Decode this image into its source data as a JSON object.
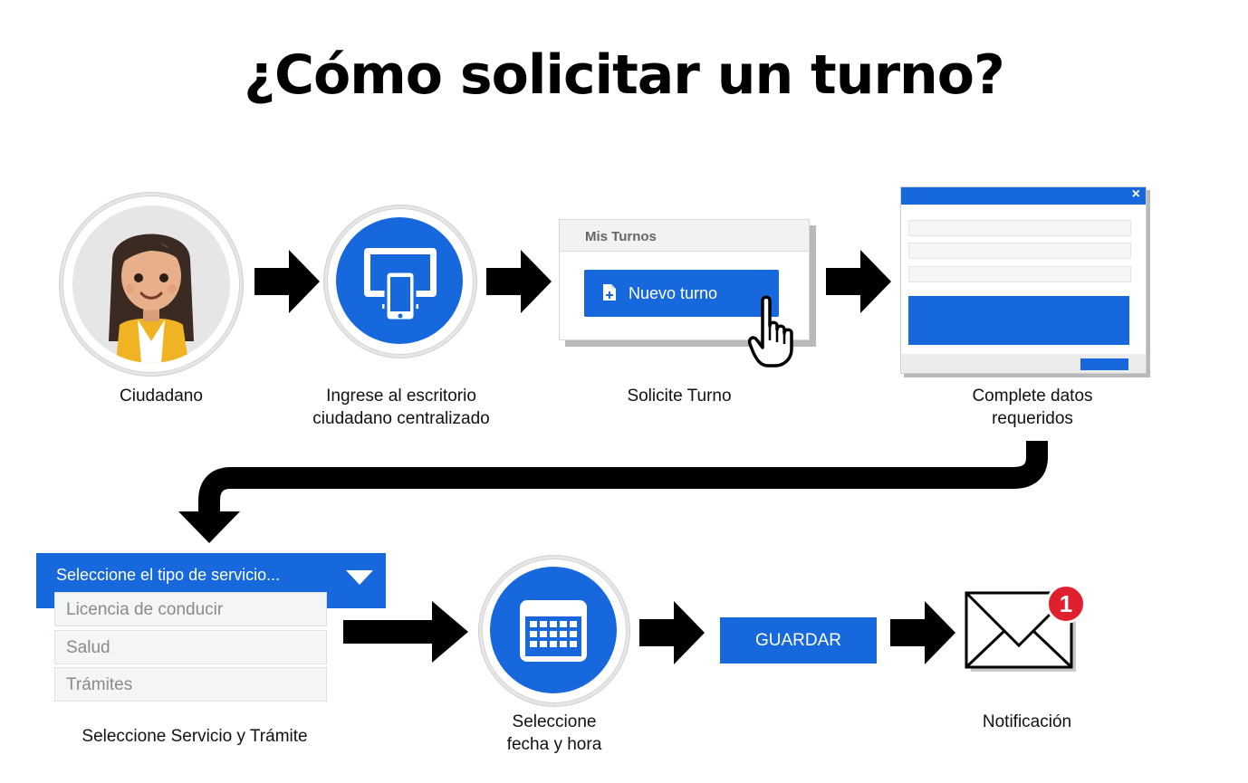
{
  "title": "¿Cómo solicitar un turno?",
  "colors": {
    "accent": "#1768dd",
    "arrow": "#000000",
    "badge": "#e0202e"
  },
  "steps": {
    "citizen": {
      "caption": "Ciudadano",
      "icon": "citizen-avatar-icon"
    },
    "desktop": {
      "caption_line1": "Ingrese al escritorio",
      "caption_line2": "ciudadano centralizado",
      "icon": "monitor-phone-icon"
    },
    "request": {
      "caption": "Solicite Turno",
      "card_title": "Mis Turnos",
      "button_label": "Nuevo turno",
      "icon": "hand-pointer-icon"
    },
    "complete": {
      "caption_line1": "Complete datos",
      "caption_line2": "requeridos",
      "close_label": "×"
    },
    "service": {
      "caption": "Seleccione Servicio y Trámite",
      "select_label": "Seleccione el tipo de servicio...",
      "options": [
        "Licencia de conducir",
        "Salud",
        "Trámites"
      ]
    },
    "date": {
      "caption_line1": "Seleccione",
      "caption_line2": "fecha y hora",
      "icon": "calendar-icon"
    },
    "save": {
      "button_label": "GUARDAR"
    },
    "notify": {
      "caption": "Notificación",
      "badge_count": "1",
      "icon": "envelope-icon"
    }
  }
}
